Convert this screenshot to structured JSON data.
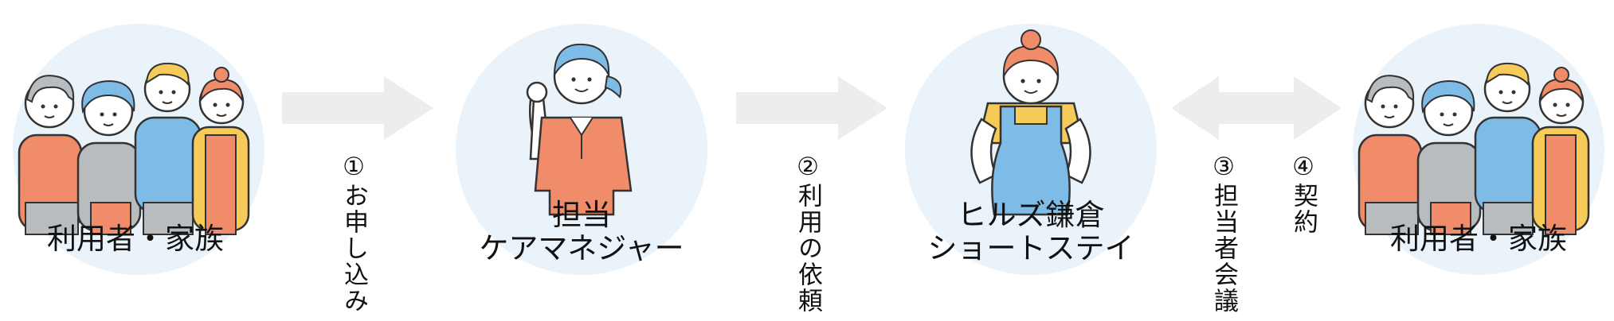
{
  "nodes": {
    "family_left": {
      "label": "利用者・家族",
      "icon": "family-group-icon"
    },
    "care_manager": {
      "line1": "担当",
      "line2": "ケアマネジャー",
      "icon": "care-manager-icon"
    },
    "short_stay": {
      "line1": "ヒルズ鎌倉",
      "line2": "ショートステイ",
      "icon": "staff-apron-icon"
    },
    "family_right": {
      "label": "利用者・家族",
      "icon": "family-group-icon"
    }
  },
  "steps": {
    "s1": "①お申し込み",
    "s2": "②利用の依頼",
    "s3": "③担当者会議",
    "s4": "④契約"
  },
  "colors": {
    "circle": "#eaf3fa",
    "arrow": "#ededed",
    "orange": "#f08c6a",
    "blue": "#7ebbe6",
    "yellow": "#f7cb5a",
    "gray": "#b9bcbf"
  }
}
